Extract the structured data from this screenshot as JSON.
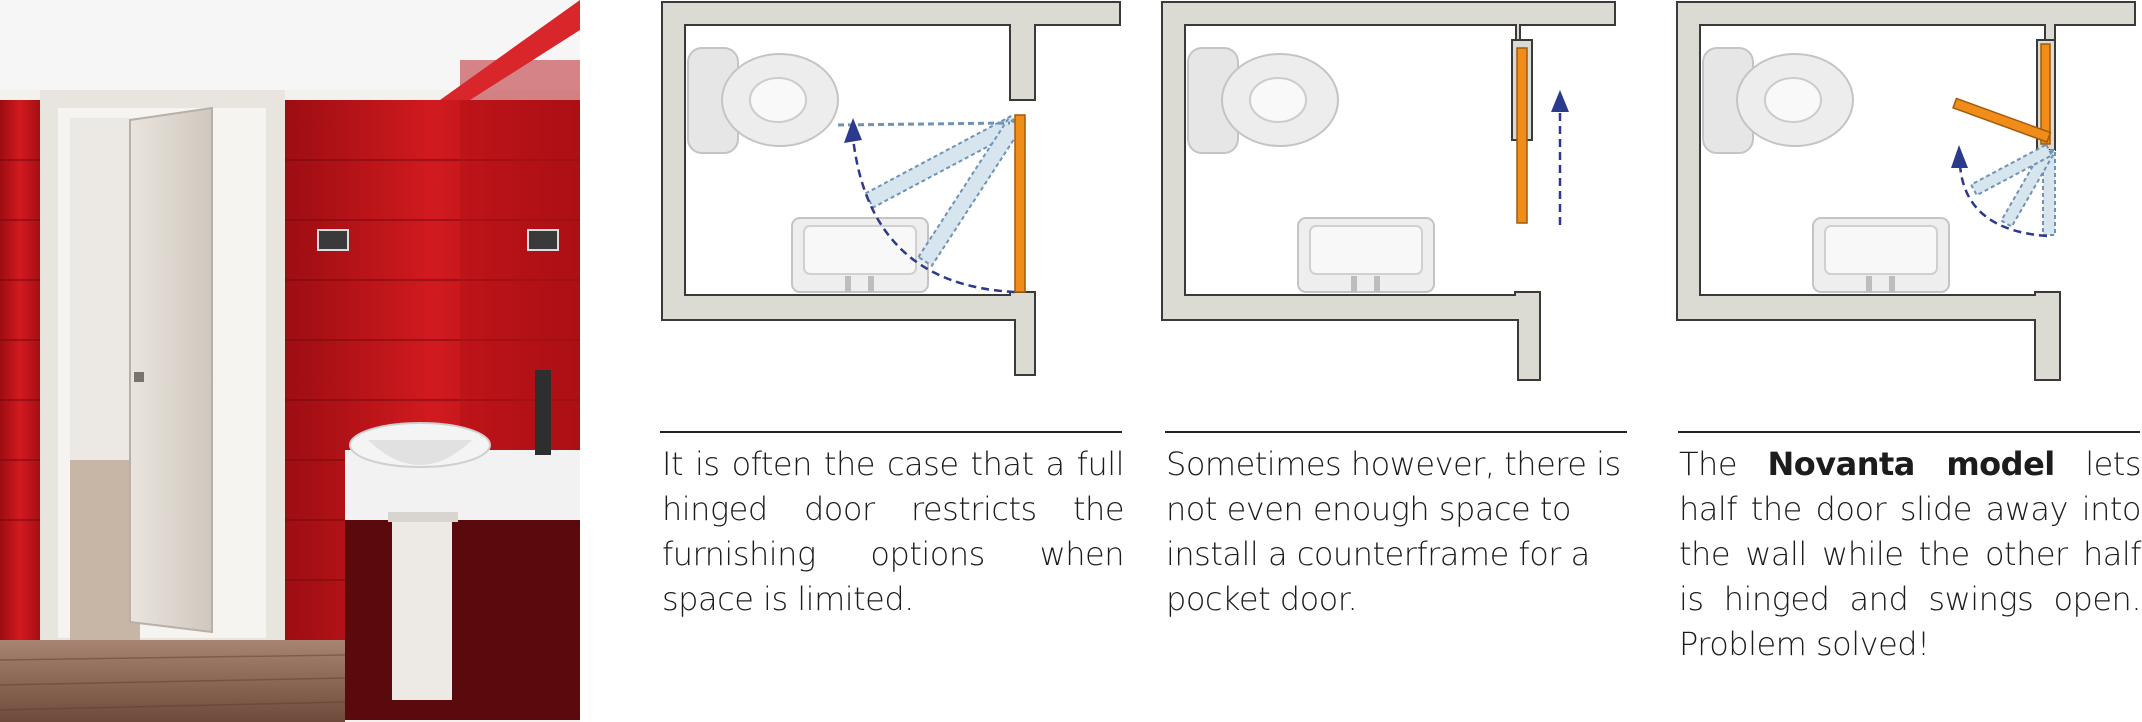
{
  "captions": {
    "hinged": "It is often the case that a full hinged door restricts the furnishing options when space is limited.",
    "pocket": "Sometimes however, there is not even enough space to install a counterframe for a pocket door.",
    "novanta_before": "The ",
    "novanta_bold": "Novanta model",
    "novanta_after": " lets half the door slide away into the wall while the other half is hinged and swings open. Problem solved!"
  },
  "colors": {
    "door": "#f08c1a",
    "wall": "#dcdbd3",
    "arrow": "#2b3a8c",
    "photo_red": "#c4121a"
  },
  "icons": [
    "toilet-icon",
    "sink-icon",
    "door-swing-arrow-icon"
  ]
}
